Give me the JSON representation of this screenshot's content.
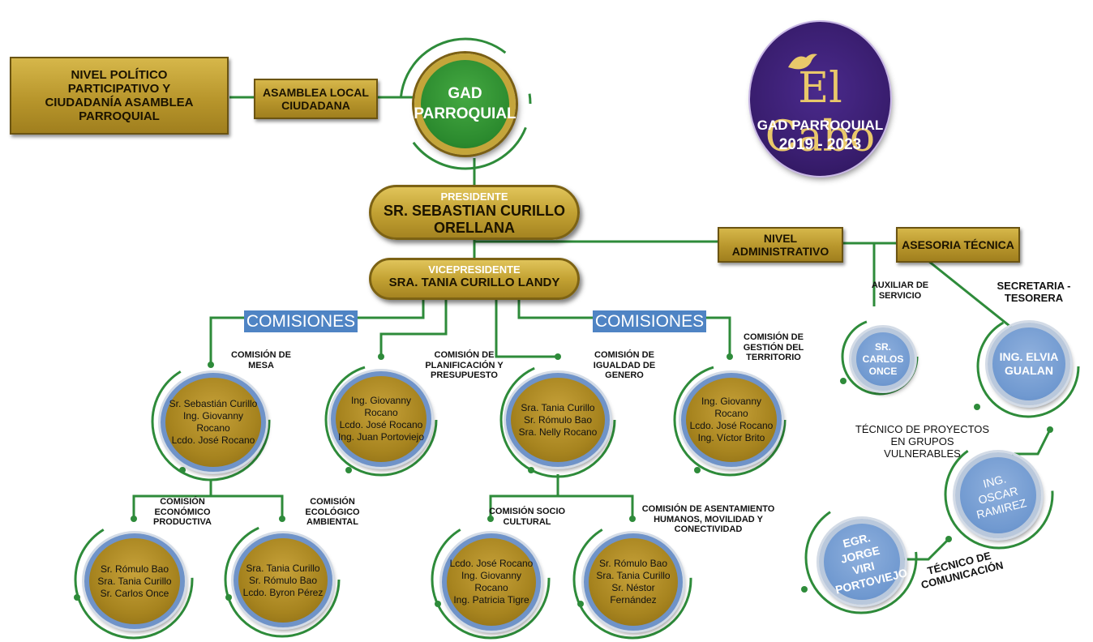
{
  "top": {
    "politico": "NIVEL POLÍTICO PARTICIPATIVO Y CIUDADANÍA ASAMBLEA PARROQUIAL",
    "asamblea": "ASAMBLEA LOCAL CIUDADANA",
    "gad_line1": "GAD",
    "gad_line2": "PARROQUIAL"
  },
  "logo": {
    "brand": "El Cabo",
    "line1": "GAD PARROQUIAL",
    "line2": "2019 - 2023"
  },
  "presidente": {
    "role": "PRESIDENTE",
    "name": "SR. SEBASTIAN CURILLO ORELLANA"
  },
  "vicepresidente": {
    "role": "VICEPRESIDENTE",
    "name": "SRA. TANIA CURILLO LANDY"
  },
  "admin": {
    "nivel": "NIVEL ADMINISTRATIVO",
    "asesoria": "ASESORIA TÉCNICA"
  },
  "comisiones_label": "COMISIONES",
  "commissions": [
    {
      "title": "COMISIÓN DE MESA",
      "members": [
        "Sr. Sebastián Curillo",
        "Ing. Giovanny Rocano",
        "Lcdo. José Rocano"
      ]
    },
    {
      "title": "COMISIÓN DE PLANIFICACIÓN Y PRESUPUESTO",
      "members": [
        "Ing. Giovanny Rocano",
        "Lcdo. José Rocano",
        "Ing. Juan Portoviejo"
      ]
    },
    {
      "title": "COMISIÓN DE IGUALDAD DE GENERO",
      "members": [
        "Sra. Tania Curillo",
        "Sr. Rómulo Bao",
        "Sra. Nelly Rocano"
      ]
    },
    {
      "title": "COMISIÓN DE GESTIÓN DEL TERRITORIO",
      "members": [
        "Ing. Giovanny Rocano",
        "Lcdo. José Rocano",
        "Ing. Víctor Brito"
      ]
    },
    {
      "title": "COMISIÓN ECONÓMICO PRODUCTIVA",
      "members": [
        "Sr. Rómulo Bao",
        "Sra. Tania Curillo",
        "Sr. Carlos Once"
      ]
    },
    {
      "title": "COMISIÓN ECOLÓGICO AMBIENTAL",
      "members": [
        "Sra. Tania Curillo",
        "Sr. Rómulo Bao",
        "Lcdo. Byron Pérez"
      ]
    },
    {
      "title": "COMISIÓN SOCIO CULTURAL",
      "members": [
        "Lcdo. José Rocano",
        "Ing. Giovanny Rocano",
        "Ing. Patricia Tigre"
      ]
    },
    {
      "title": "COMISIÓN DE ASENTAMIENTO HUMANOS, MOVILIDAD Y CONECTIVIDAD",
      "members": [
        "Sr. Rómulo Bao",
        "Sra. Tania Curillo",
        "Sr. Néstor Fernández"
      ]
    }
  ],
  "staff": [
    {
      "title": "AUXILIAR DE SERVICIO",
      "name": "SR. CARLOS ONCE"
    },
    {
      "title": "SECRETARIA - TESORERA",
      "name": "ING. ELVIA GUALAN"
    },
    {
      "title": "TÉCNICO DE PROYECTOS EN GRUPOS VULNERABLES",
      "name": "ING. OSCAR RAMIREZ"
    },
    {
      "title": "TÉCNICO DE COMUNICACIÓN",
      "name": "EGR. JORGE VIRI PORTOVIEJO"
    }
  ]
}
